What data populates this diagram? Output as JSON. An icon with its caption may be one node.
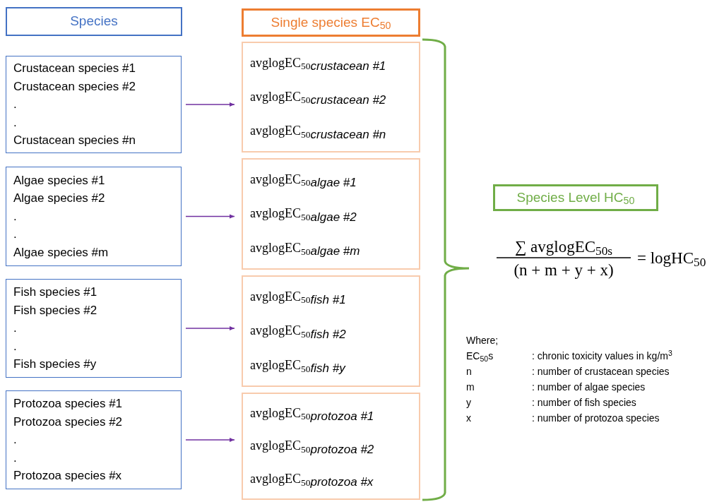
{
  "diagram": {
    "nodes": [
      {
        "text": [
          "Species"
        ]
      },
      {
        "text": [
          "Single species EC$_{50}$"
        ]
      },
      {
        "text": [
          "Crustacean species #1",
          "Crustacean species #2",
          ".",
          ".",
          "Crustacean species #n"
        ]
      },
      {
        "text": [
          "Algae species #1",
          "Algae species #2",
          ".",
          ".",
          "Algae species #m"
        ]
      },
      {
        "text": [
          "Fish species #1",
          "Fish species #2",
          ".",
          ".",
          "Fish species #y"
        ]
      },
      {
        "text": [
          "Protozoa species #1",
          "Protozoa species #2",
          ".",
          ".",
          "Protozoa species #x"
        ]
      },
      {
        "text": [
          "avglogEC$_{50}$$_{crustacean #1}$",
          "avglogEC$_{50}$$_{crustacean #2}$",
          "avglogEC$_{50}$$_{crustacean #n}$"
        ]
      },
      {
        "text": [
          "avglogEC$_{50}$$_{algae #1}$",
          "avglogEC$_{50}$$_{algae #2}$",
          "avglogEC$_{50}$$_{algae #m}$"
        ]
      },
      {
        "text": [
          "avglogEC$_{50}$$_{fish #1}$",
          "avglogEC$_{50}$$_{fish #2}$",
          "avglogEC$_{50}$$_{fish #y}$"
        ]
      },
      {
        "text": [
          "avglogEC$_{50}$$_{protozoa #1}$",
          "avglogEC$_{50}$$_{protozoa #2}$",
          "avglogEC$_{50}$$_{protozoa #x}$"
        ]
      },
      {
        "text": [
          "Species Level HC$_{50}$"
        ]
      }
    ],
    "edges": [
      {
        "from": 2,
        "to": 6,
        "arrow": "to",
        "color": "#7030a0"
      },
      {
        "from": 3,
        "to": 7,
        "arrow": "to",
        "color": "#7030a0"
      },
      {
        "from": 4,
        "to": 8,
        "arrow": "to",
        "color": "#7030a0"
      },
      {
        "from": 5,
        "to": 9,
        "arrow": "to",
        "color": "#7030a0"
      }
    ],
    "labels": [
      "∑ avglogEC$_{50}$$_{s}$",
      "(n + m + y + x)",
      "= logHC$_{50}$",
      "Where;",
      "EC$_{50}$s",
      ": chronic toxicity values in kg/m$^{3}$",
      "n",
      ": number of crustacean species",
      "m",
      ": number of algae species",
      "y",
      ": number of fish species",
      "x",
      ": number of protozoa species"
    ]
  }
}
